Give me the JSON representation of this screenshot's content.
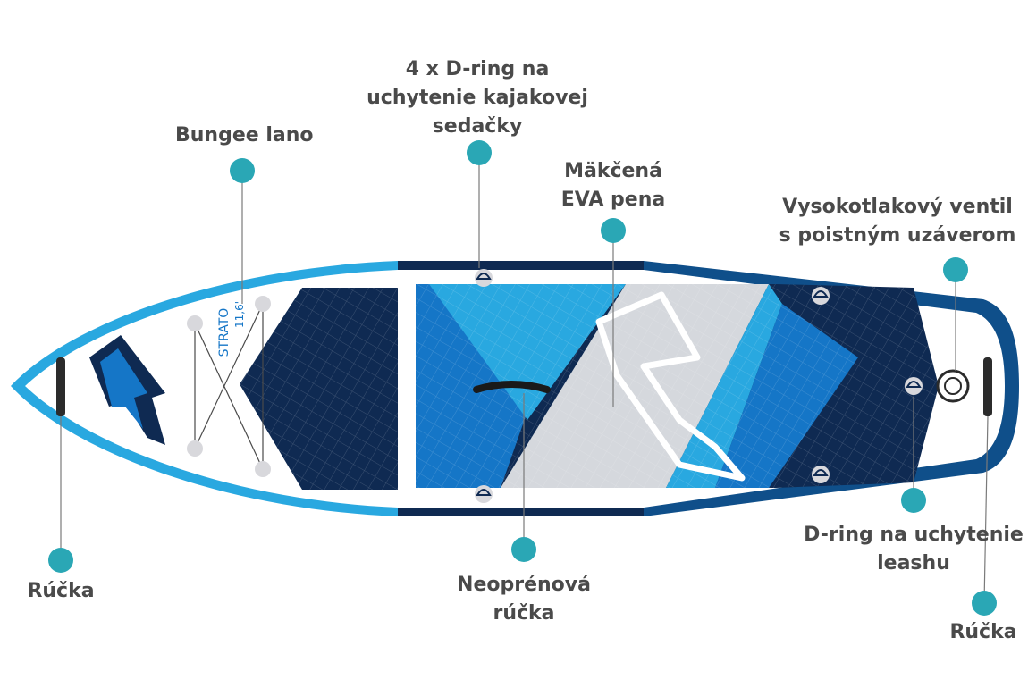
{
  "colors": {
    "marker": "#2aa7b5",
    "navy": "#0f2a52",
    "mid_blue": "#1576c7",
    "light_blue": "#29a8e0",
    "grey_deck": "#d5d8dd",
    "leader": "#7a7a7a",
    "text": "#4a4a4a"
  },
  "board": {
    "brand_model": "STRATO",
    "size": "11,6'"
  },
  "callouts": [
    {
      "id": "bungee",
      "lines": [
        "Bungee lano"
      ]
    },
    {
      "id": "dring-kayak",
      "lines": [
        "4 x D-ring na",
        "uchytenie kajakovej",
        "sedačky"
      ]
    },
    {
      "id": "eva",
      "lines": [
        "Mäkčená",
        "EVA pena"
      ]
    },
    {
      "id": "valve",
      "lines": [
        "Vysokotlakový ventil",
        "s poistným uzáverom"
      ]
    },
    {
      "id": "handle-left",
      "lines": [
        "Rúčka"
      ]
    },
    {
      "id": "neoprene",
      "lines": [
        "Neoprénová",
        "rúčka"
      ]
    },
    {
      "id": "dring-leash",
      "lines": [
        "D-ring na uchytenie",
        "leashu"
      ]
    },
    {
      "id": "handle-right",
      "lines": [
        "Rúčka"
      ]
    }
  ]
}
